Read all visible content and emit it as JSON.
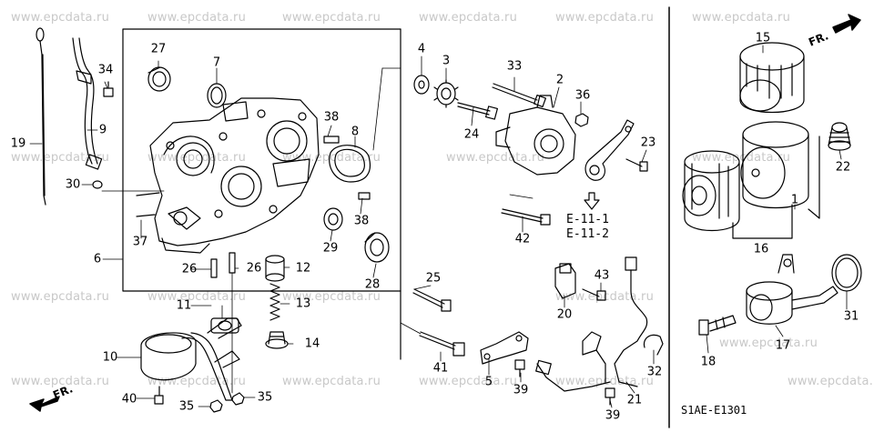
{
  "watermarks": [
    "www.epcdata.ru"
  ],
  "diagram_code": "S1AE-E1301",
  "direction_label": "FR.",
  "references": [
    "E-11-1",
    "E-11-2"
  ],
  "callouts": [
    "1",
    "2",
    "3",
    "4",
    "5",
    "6",
    "7",
    "8",
    "9",
    "10",
    "11",
    "12",
    "13",
    "14",
    "15",
    "16",
    "17",
    "18",
    "19",
    "20",
    "21",
    "22",
    "23",
    "24",
    "25",
    "26",
    "27",
    "28",
    "29",
    "30",
    "31",
    "32",
    "33",
    "34",
    "35",
    "36",
    "37",
    "38",
    "39",
    "40",
    "41",
    "42",
    "43"
  ]
}
